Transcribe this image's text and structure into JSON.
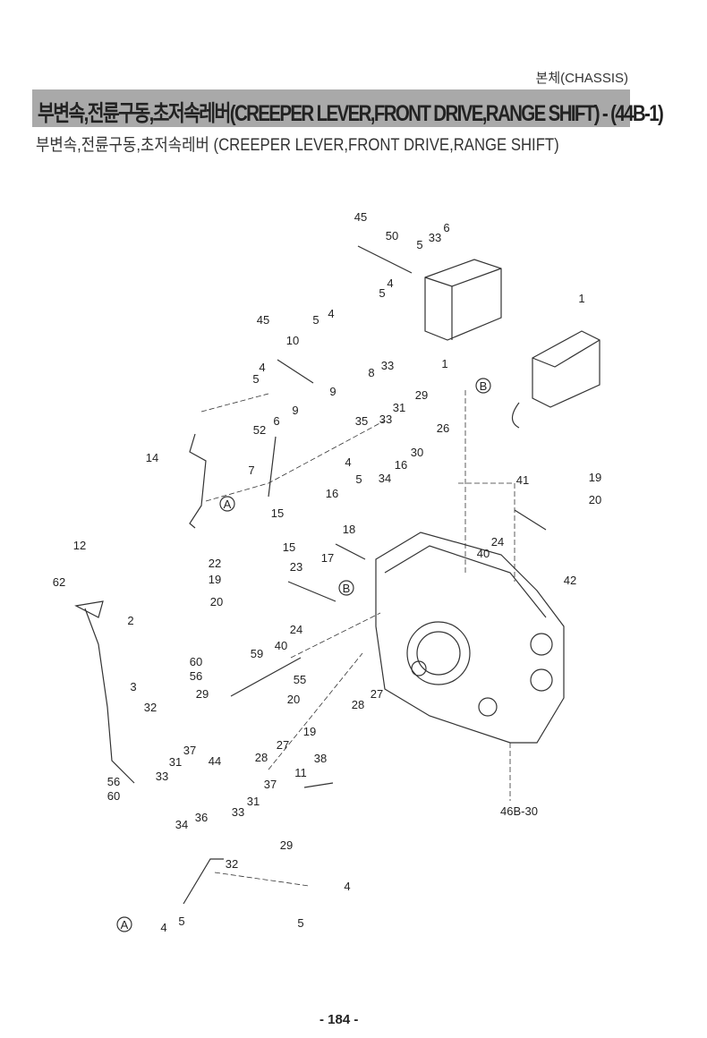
{
  "header": {
    "section": "본체(CHASSIS)",
    "title_bar": "부변속,전륜구동,초저속레버(CREEPER LEVER,FRONT DRIVE,RANGE SHIFT) - (44B-1)",
    "subtitle": "부변속,전륜구동,초저속레버 (CREEPER LEVER,FRONT DRIVE,RANGE SHIFT)"
  },
  "callouts": [
    "45",
    "50",
    "5",
    "33",
    "6",
    "4",
    "5",
    "45",
    "5",
    "4",
    "10",
    "1",
    "8",
    "33",
    "1",
    "4",
    "5",
    "9",
    "9",
    "6",
    "52",
    "B",
    "29",
    "31",
    "33",
    "35",
    "26",
    "30",
    "16",
    "14",
    "7",
    "4",
    "5",
    "34",
    "16",
    "15",
    "A",
    "19",
    "41",
    "20",
    "12",
    "18",
    "24",
    "40",
    "15",
    "17",
    "22",
    "23",
    "19",
    "42",
    "62",
    "B",
    "20",
    "2",
    "24",
    "40",
    "59",
    "60",
    "56",
    "55",
    "3",
    "29",
    "20",
    "28",
    "27",
    "32",
    "37",
    "31",
    "33",
    "44",
    "19",
    "27",
    "28",
    "38",
    "11",
    "37",
    "56",
    "60",
    "31",
    "33",
    "46B-30",
    "34",
    "36",
    "29",
    "32",
    "4",
    "A",
    "4",
    "5",
    "5"
  ],
  "page_number": "- 184 -"
}
